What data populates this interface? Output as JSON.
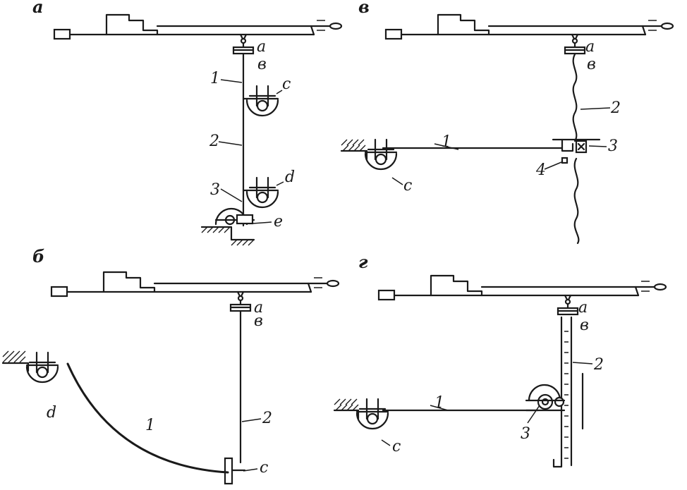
{
  "panels": {
    "a": {
      "letter": "а",
      "labels": {
        "a": "a",
        "v": "в",
        "c": "c",
        "d": "d",
        "e": "e",
        "n1": "1",
        "n2": "2",
        "n3": "3"
      }
    },
    "b": {
      "letter": "б",
      "labels": {
        "a": "a",
        "v": "в",
        "c": "c",
        "d": "d",
        "n1": "1",
        "n2": "2"
      }
    },
    "v": {
      "letter": "в",
      "labels": {
        "a": "a",
        "v": "в",
        "c": "c",
        "n1": "1",
        "n2": "2",
        "n3": "3",
        "n4": "4"
      }
    },
    "g": {
      "letter": "г",
      "labels": {
        "a": "a",
        "v": "в",
        "c": "c",
        "n1": "1",
        "n2": "2",
        "n3": "3"
      }
    }
  }
}
